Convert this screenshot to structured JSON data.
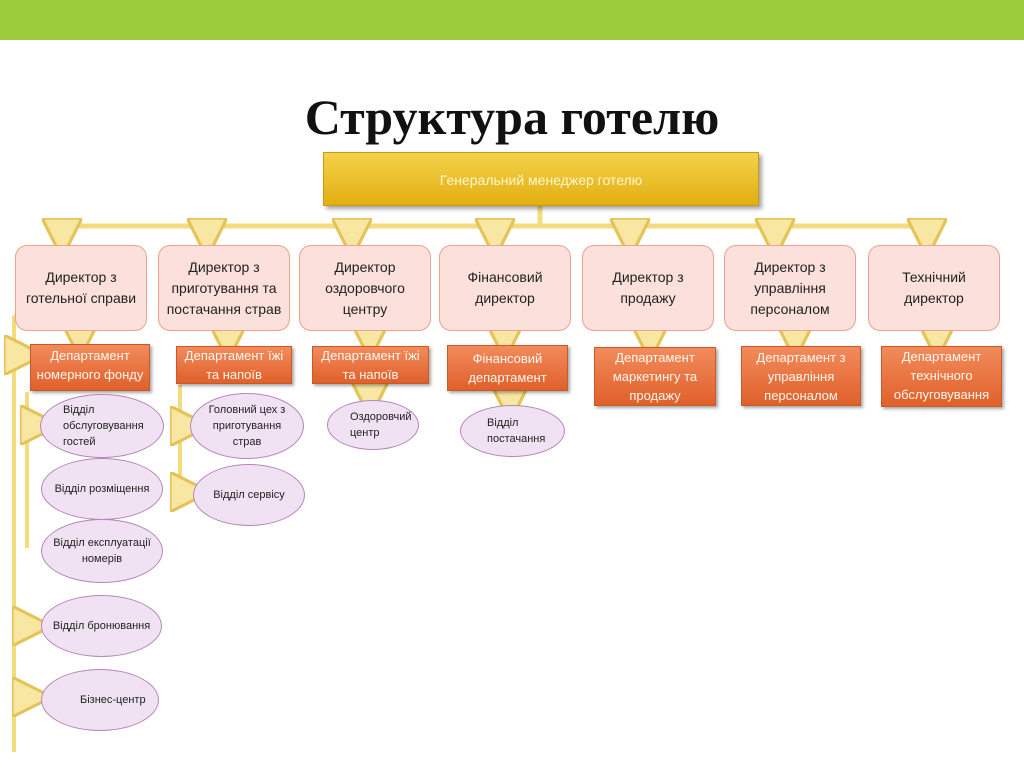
{
  "title": "Структура готелю",
  "general_manager": "Генеральний менеджер готелю",
  "colors": {
    "top_bar": "#9ccc3c",
    "general_manager_box": "#e9bc22",
    "director_box": "#fbe0db",
    "department_box": "#ea7240",
    "unit_ellipse": "#f0e2f2",
    "connector": "#f3dc7c"
  },
  "directors": [
    "Директор з готельної справи",
    "Директор з приготування та постачання страв",
    "Директор оздоровчого центру",
    "Фінансовий директор",
    "Директор з продажу",
    "Директор з управління персоналом",
    "Технічний директор"
  ],
  "departments": [
    "Департамент номерного фонду",
    "Департамент їжі та напоїв",
    "Департамент їжі та напоїв",
    "Фінансовий департамент",
    "Департамент маркетингу та продажу",
    "Департамент з управління персоналом",
    "Департамент технічного обслуговування"
  ],
  "units": {
    "rooms": [
      "Відділ обслуговування гостей",
      "Відділ розміщення",
      "Відділ експлуатації номерів"
    ],
    "hotel_director": [
      "Відділ бронювання",
      "Бізнес-центр"
    ],
    "food": [
      "Головний цех з приготування страв",
      "Відділ сервісу"
    ],
    "health": [
      "Оздоровчий центр"
    ],
    "finance": [
      "Відділ постачання"
    ]
  }
}
